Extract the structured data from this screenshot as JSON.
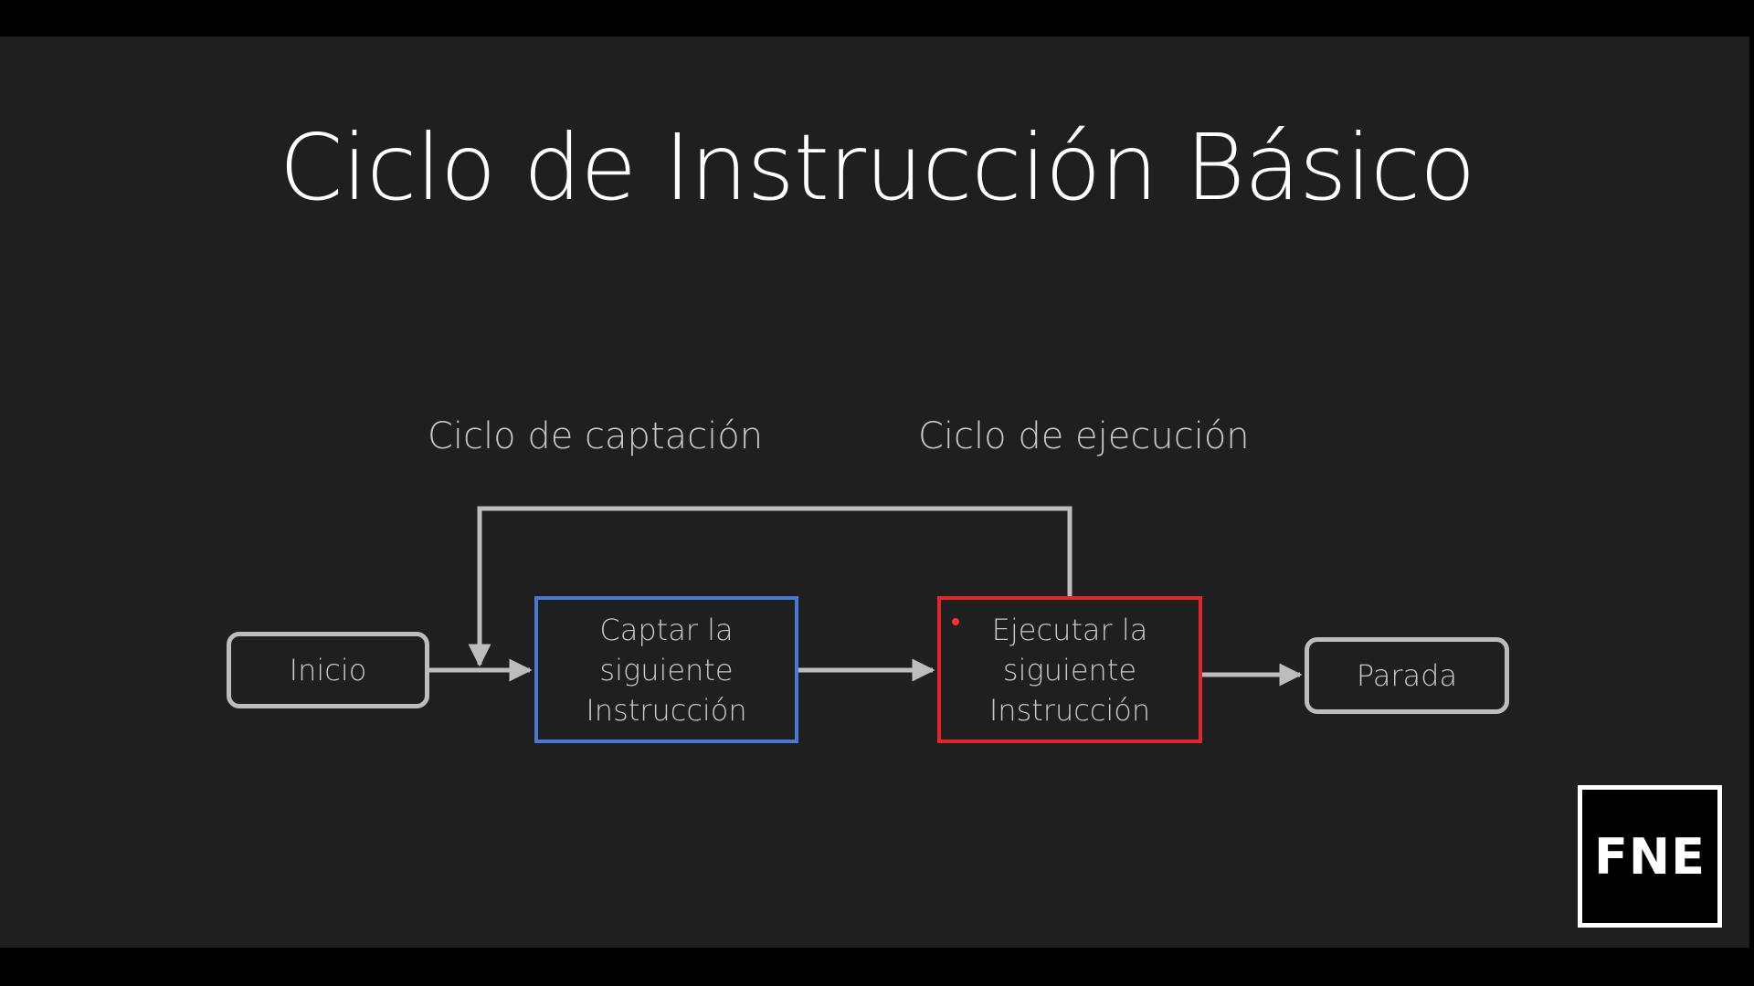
{
  "slide": {
    "title": "Ciclo de Instrucción Básico"
  },
  "diagram": {
    "phase_labels": {
      "fetch": "Ciclo de captación",
      "execute": "Ciclo de ejecución"
    },
    "nodes": {
      "start": {
        "label": "Inicio"
      },
      "fetch": {
        "lines": [
          "Captar la",
          "siguiente",
          "Instrucción"
        ]
      },
      "execute": {
        "lines": [
          "Ejecutar la",
          "siguiente",
          "Instrucción"
        ]
      },
      "stop": {
        "label": "Parada"
      }
    },
    "colors": {
      "background": "#1f1f20",
      "connector": "#bdbdbd",
      "fetch_border": "#4a78d6",
      "execute_border": "#e3262b"
    }
  },
  "logo": {
    "text": "FNE"
  }
}
